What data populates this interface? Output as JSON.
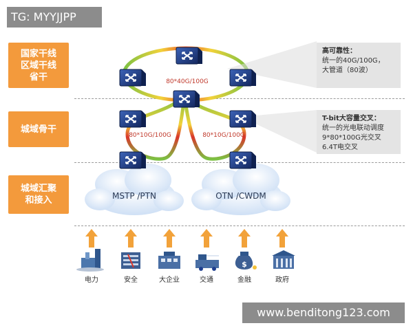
{
  "watermark_top": "TG: MYYJJPP",
  "watermark_bottom": "www.benditong123.com",
  "tiers": [
    {
      "lines": [
        "国家干线",
        "区域干线",
        "省干"
      ]
    },
    {
      "lines": [
        "城域骨干"
      ]
    },
    {
      "lines": [
        "城域汇聚",
        "和接入"
      ]
    }
  ],
  "links": {
    "top_ring": "80*40G/100G",
    "left_ring": "80*10G/100G",
    "right_ring": "80*10G/100G"
  },
  "clouds": {
    "left": "MSTP /PTN",
    "right": "OTN /CWDM"
  },
  "callouts": [
    {
      "title": "高可靠性：",
      "lines": [
        "统一的40G/100G，",
        "大管道（80波）"
      ]
    },
    {
      "title": "T-bit大容量交叉：",
      "lines": [
        "统一的光电联动调度",
        "9*80*100G光交叉",
        "6.4T电交叉"
      ]
    }
  ],
  "sectors": [
    {
      "label": "电力",
      "icon": "power-plant-icon"
    },
    {
      "label": "安全",
      "icon": "security-icon"
    },
    {
      "label": "大企业",
      "icon": "enterprise-icon"
    },
    {
      "label": "交通",
      "icon": "transport-icon"
    },
    {
      "label": "金融",
      "icon": "finance-icon"
    },
    {
      "label": "政府",
      "icon": "government-icon"
    }
  ],
  "colors": {
    "tier_orange": "#f39a3c",
    "switch_blue": "#1f3f8f",
    "arrow_orange": "#f2a23a",
    "ring_green": "#7cc142",
    "ring_yellow": "#f3d23a",
    "ring_red": "#d9362b"
  }
}
